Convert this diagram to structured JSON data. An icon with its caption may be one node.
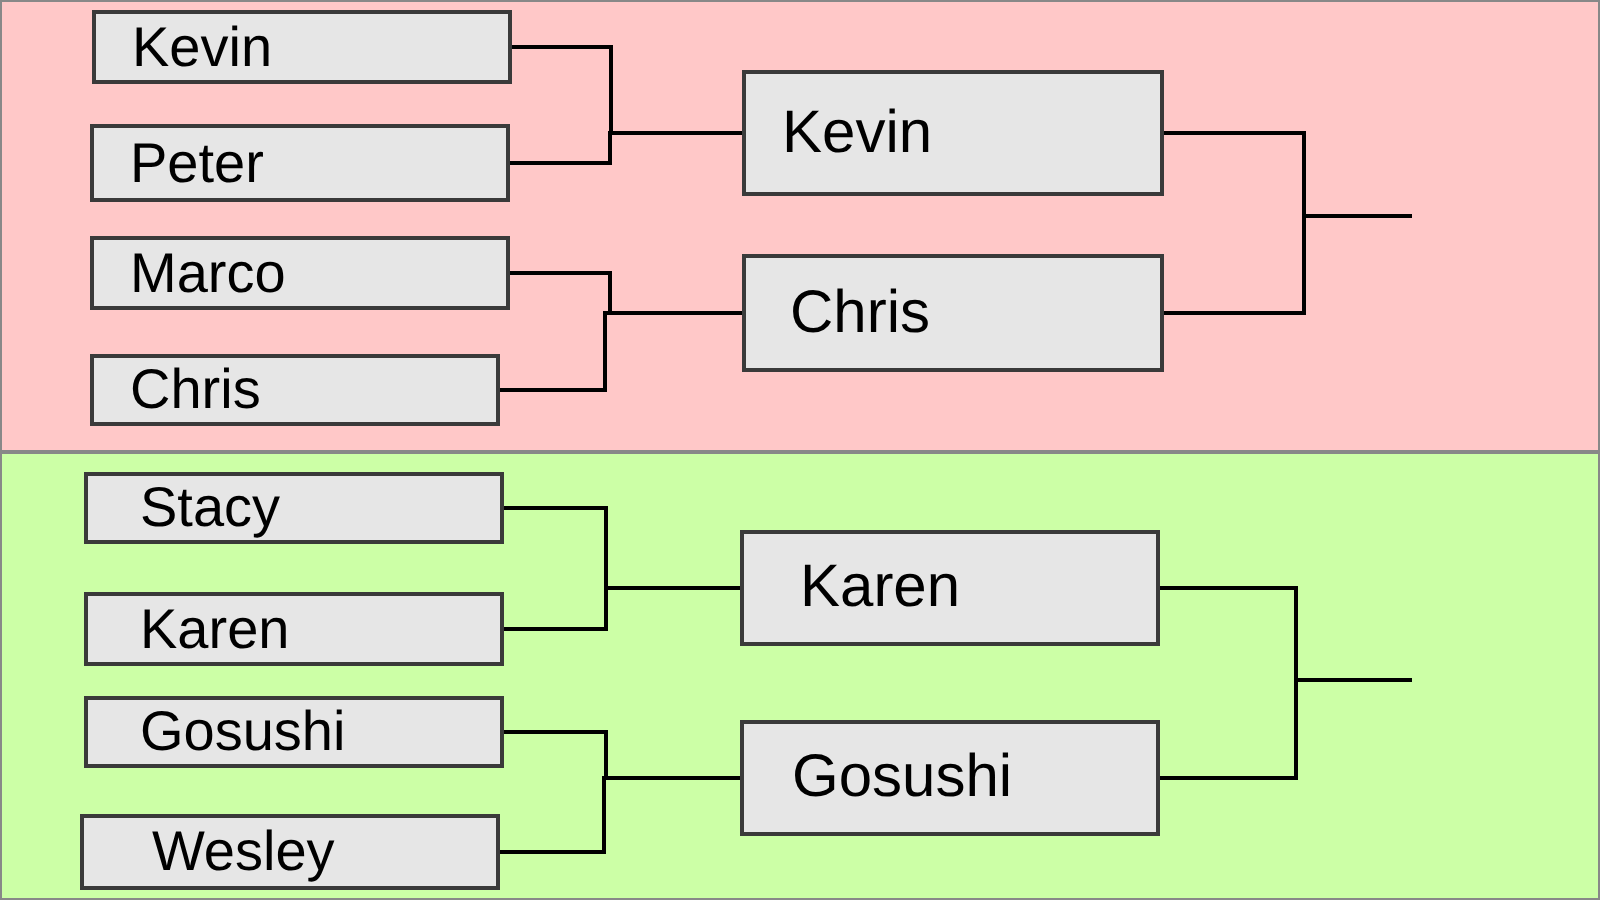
{
  "diagram": {
    "nodes": [
      {
        "text": [],
        "shape": "box"
      },
      {
        "text": [
          "Kevin"
        ],
        "in": 0
      },
      {
        "text": [
          "Peter"
        ],
        "in": 0
      },
      {
        "text": [
          "Marco"
        ],
        "in": 0
      },
      {
        "text": [
          "Chris"
        ],
        "in": 0
      },
      {
        "text": [
          "Kevin"
        ],
        "in": 0
      },
      {
        "text": [
          "Chris"
        ],
        "in": 0
      },
      {
        "text": [],
        "shape": "box"
      },
      {
        "text": [
          "Stacy"
        ],
        "in": 7
      },
      {
        "text": [
          "Karen"
        ],
        "in": 7
      },
      {
        "text": [
          "Gosushi"
        ],
        "in": 7
      },
      {
        "text": [
          "Wesley"
        ],
        "in": 7
      },
      {
        "text": [
          "Karen"
        ],
        "in": 7
      },
      {
        "text": [
          "Gosushi"
        ],
        "in": 7
      }
    ],
    "edges": [
      {
        "from": 1,
        "to": 5,
        "arrow": "none"
      },
      {
        "from": 2,
        "to": 5,
        "arrow": "none"
      },
      {
        "from": 3,
        "to": 6,
        "arrow": "none"
      },
      {
        "from": 4,
        "to": 6,
        "arrow": "none"
      },
      {
        "from": 5,
        "to": null,
        "arrow": "none"
      },
      {
        "from": 6,
        "to": null,
        "arrow": "none"
      },
      {
        "from": 8,
        "to": 12,
        "arrow": "none"
      },
      {
        "from": 9,
        "to": 12,
        "arrow": "none"
      },
      {
        "from": 10,
        "to": 13,
        "arrow": "none"
      },
      {
        "from": 11,
        "to": 13,
        "arrow": "none"
      },
      {
        "from": 12,
        "to": null,
        "arrow": "none"
      },
      {
        "from": 13,
        "to": null,
        "arrow": "none"
      }
    ]
  }
}
